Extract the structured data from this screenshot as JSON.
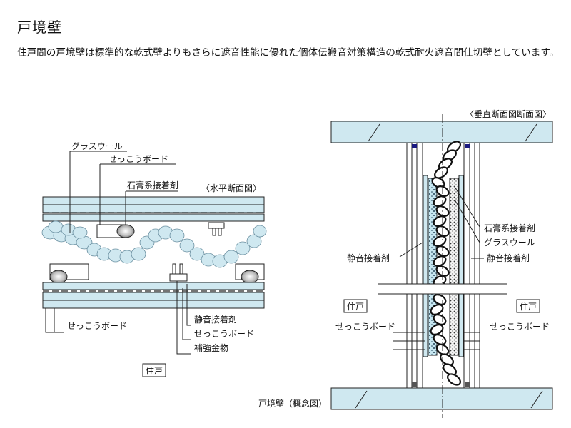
{
  "page": {
    "title": "戸境壁",
    "description": "住戸間の戸境壁は標準的な乾式壁よりもさらに遮音性能に優れた個体伝搬音対策構造の乾式耐火遮音間仕切壁としています。"
  },
  "horizontal_section": {
    "caption": "〈水平断面図〉",
    "labels": {
      "glass_wool": "グラスウール",
      "gypsum_board_top": "せっこうボード",
      "gypsum_adhesive": "石膏系接着剤",
      "gypsum_board_bottom_left": "せっこうボード",
      "sound_adhesive": "静音接着剤",
      "gypsum_board_bottom_right": "せっこうボード",
      "reinforcement": "補強金物",
      "dwelling": "住戸"
    }
  },
  "vertical_section": {
    "caption": "〈垂直断面図断面図〉",
    "labels": {
      "gypsum_adhesive": "石膏系接着剤",
      "glass_wool": "グラスウール",
      "sound_adhesive_right": "静音接着剤",
      "sound_adhesive_left": "静音接着剤",
      "dwelling_left": "住戸",
      "dwelling_right": "住戸",
      "gypsum_board_left": "せっこうボード",
      "gypsum_board_right": "せっこうボード"
    }
  },
  "figure_caption": "戸境壁（概念図）"
}
